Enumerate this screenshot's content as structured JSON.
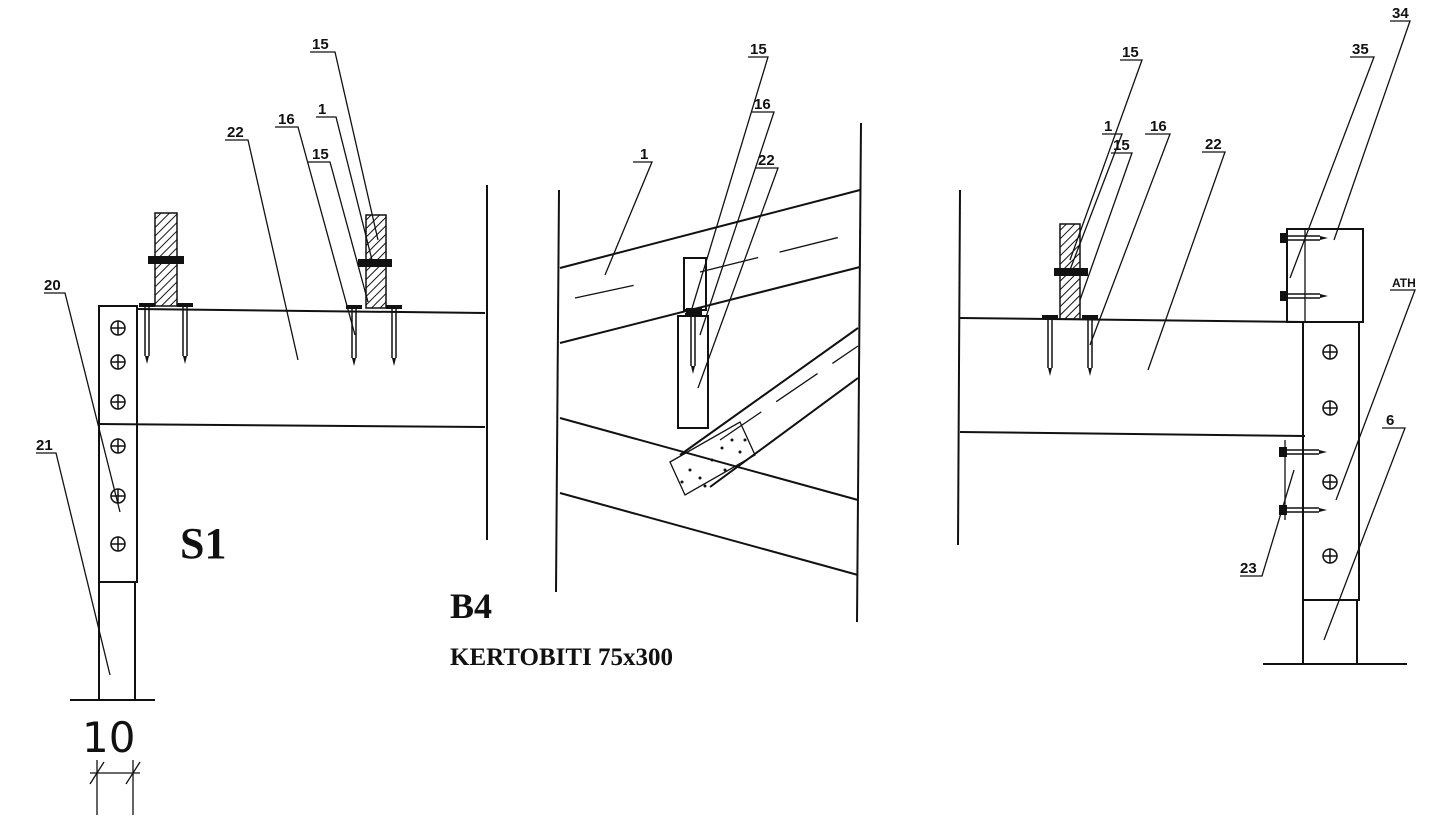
{
  "views": {
    "s1": {
      "title": "S1",
      "dimension": "10"
    },
    "b4": {
      "title": "B4",
      "subtitle": "KERTOBITI 75x300"
    }
  },
  "callouts": {
    "s1": [
      "15",
      "1",
      "16",
      "15",
      "22",
      "20",
      "21"
    ],
    "b4": [
      "15",
      "16",
      "1",
      "22"
    ],
    "right": [
      "15",
      "1",
      "16",
      "15",
      "22",
      "35",
      "34",
      "ATH",
      "6",
      "23"
    ]
  }
}
